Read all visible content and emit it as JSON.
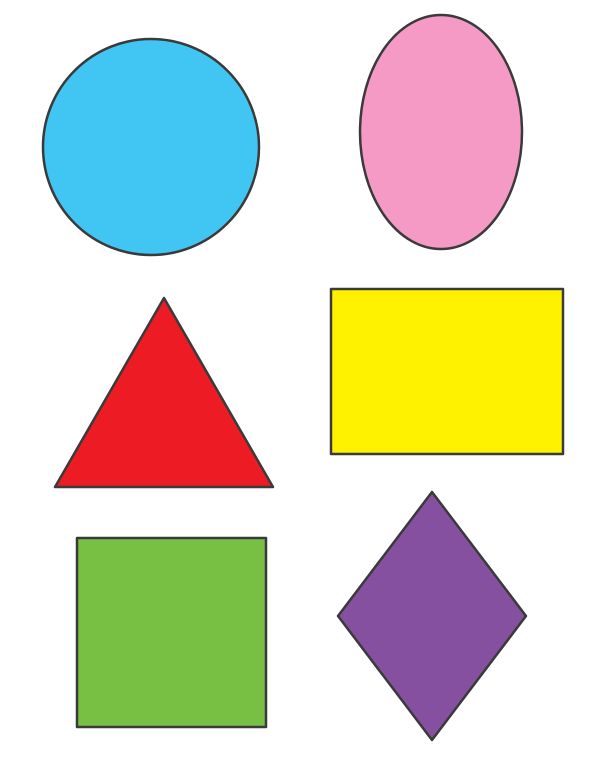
{
  "background": "#ffffff",
  "outline_color": "#3a3a3a",
  "shapes": [
    {
      "id": "circle",
      "kind": "circle",
      "color": "#41c6f4"
    },
    {
      "id": "oval",
      "kind": "ellipse",
      "color": "#f49ac4"
    },
    {
      "id": "triangle",
      "kind": "triangle",
      "color": "#ed1c24"
    },
    {
      "id": "rectangle",
      "kind": "rectangle",
      "color": "#fff200"
    },
    {
      "id": "square",
      "kind": "square",
      "color": "#77c043"
    },
    {
      "id": "diamond",
      "kind": "rhombus",
      "color": "#8550a0"
    }
  ]
}
